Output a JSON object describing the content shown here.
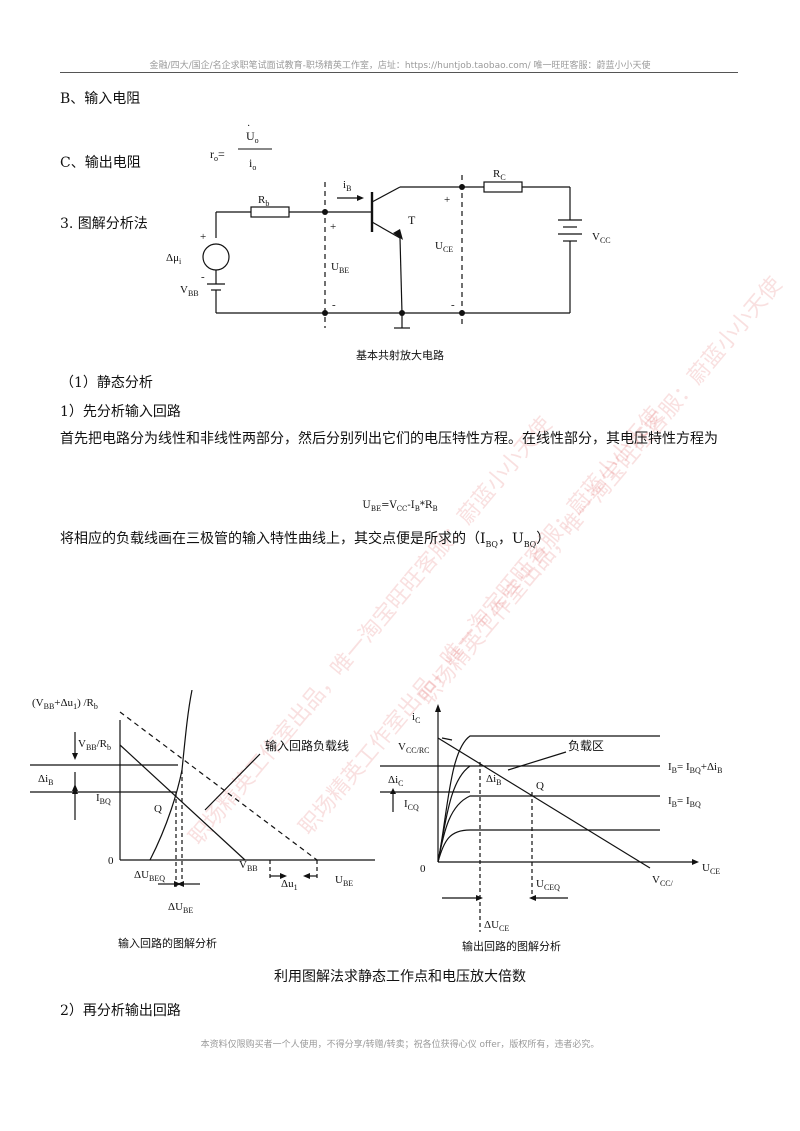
{
  "header": "金融/四大/国企/名企求职笔试面试教育-职场精英工作室，店址：https://huntjob.taobao.com/  唯一旺旺客服：蔚蓝小小天使",
  "footer": "本资料仅限购买者一个人使用，不得分享/转赠/转卖；祝各位获得心仪 offer，版权所有，违者必究。",
  "watermark": "职场精英工作室出品，唯一淘宝旺旺客服：蔚蓝小小天使",
  "items": {
    "b": "B、输入电阻",
    "c": "C、输出电阻",
    "ro_lhs": "r",
    "ro_lhs_sub": "o",
    "ro_eq": "=",
    "ro_num": "U",
    "ro_num_hat": "·",
    "ro_num_sub": "o",
    "ro_den": "i",
    "ro_den_sub": "o",
    "s3": "3. 图解分析法"
  },
  "circuit": {
    "rb": "R",
    "rb_sub": "b",
    "rc": "R",
    "rc_sub": "C",
    "ib": "i",
    "ib_sub": "B",
    "t": "T",
    "vcc": "V",
    "vcc_sub": "CC",
    "ube": "U",
    "ube_sub": "BE",
    "uce": "U",
    "uce_sub": "CE",
    "dui": "Δμ",
    "dui_sub": "i",
    "vbb": "V",
    "vbb_sub": "BB",
    "plus": "+",
    "minus": "-",
    "caption": "基本共射放大电路"
  },
  "body": {
    "h1": "（1）静态分析",
    "h2": "1）先分析输入回路",
    "p1": "首先把电路分为线性和非线性两部分，然后分别列出它们的电压特性方程。在线性部分，其电压特性方程为",
    "eq": "U",
    "eq_sub1": "BE",
    "eq_mid": "=V",
    "eq_sub2": "CC",
    "eq_mid2": "-I",
    "eq_sub3": "B",
    "eq_mid3": "*R",
    "eq_sub4": "B",
    "p2a": "将相应的负载线画在三极管的输入特性曲线上，其交点便是所求的（I",
    "p2_sub1": "BQ",
    "p2b": "，U",
    "p2_sub2": "BQ",
    "p2c": "）",
    "h3": "2）再分析输出回路"
  },
  "input_graph": {
    "ylab_top": "(V",
    "ylab_top_sub": "BB",
    "ylab_top_mid": "+Δu",
    "ylab_top_sub2": "1",
    "ylab_top_end": ") /R",
    "ylab_top_sub3": "b",
    "vbb_rb": "V",
    "vbb_rb_sub": "BB",
    "vbb_rb_end": "/R",
    "vbb_rb_sub2": "b",
    "dib": "Δi",
    "dib_sub": "B",
    "ibq": "I",
    "ibq_sub": "BQ",
    "q": "Q",
    "zero": "0",
    "load": "输入回路负载线",
    "dubeq": "ΔU",
    "dubeq_sub": "BEQ",
    "dube": "ΔU",
    "dube_sub": "BE",
    "vbb": "V",
    "vbb_sub": "BB",
    "du1": "Δu",
    "du1_sub": "1",
    "ube": "U",
    "ube_sub": "BE",
    "caption": "输入回路的图解分析"
  },
  "output_graph": {
    "ic": "i",
    "ic_sub": "C",
    "vccrc": "V",
    "vccrc_sub": "CC/RC",
    "dic": "Δi",
    "dic_sub": "C",
    "icq": "I",
    "icq_sub": "CQ",
    "dib": "Δi",
    "dib_sub": "B",
    "q": "Q",
    "load": "负载区",
    "ib1": "I",
    "ib1_sub": "B",
    "ib1_mid": "= I",
    "ib1_sub2": "BQ",
    "ib1_end": "+Δi",
    "ib1_sub3": "B",
    "ib2": "I",
    "ib2_sub": "B",
    "ib2_mid": "= I",
    "ib2_sub2": "BQ",
    "zero": "0",
    "uceq": "U",
    "uceq_sub": "CEQ",
    "vcc": "V",
    "vcc_sub": "CC/",
    "uce_axis": "U",
    "uce_axis_sub": "CE",
    "duce": "ΔU",
    "duce_sub": "CE",
    "caption": "输出回路的图解分析"
  },
  "figure_caption": "利用图解法求静态工作点和电压放大倍数"
}
